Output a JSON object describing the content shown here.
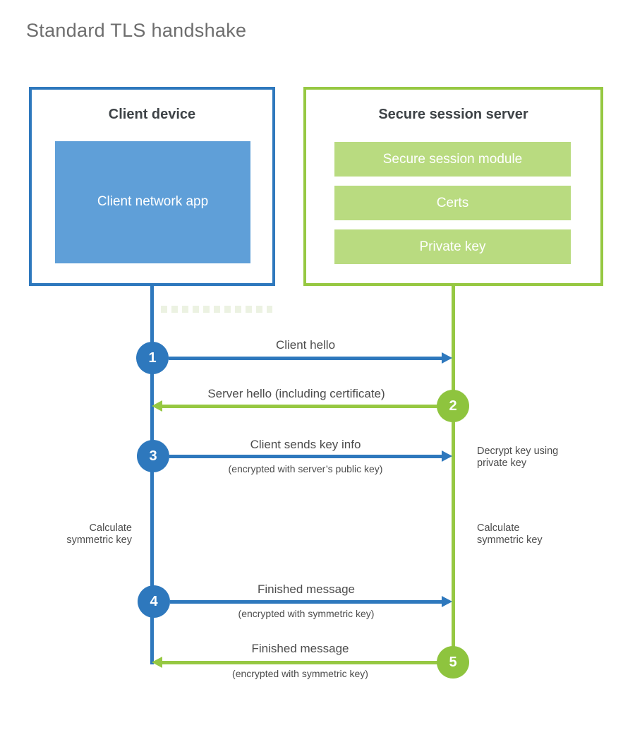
{
  "page": {
    "title": "Standard TLS handshake"
  },
  "client": {
    "title": "Client device",
    "app": "Client network app"
  },
  "server": {
    "title": "Secure session server",
    "modules": [
      "Secure session module",
      "Certs",
      "Private key"
    ]
  },
  "messages": {
    "m1": {
      "num": "1",
      "label": "Client hello"
    },
    "m2": {
      "num": "2",
      "label": "Server hello (including certificate)"
    },
    "m3": {
      "num": "3",
      "label": "Client sends key info",
      "sub": "(encrypted with server’s public key)"
    },
    "m4": {
      "num": "4",
      "label": "Finished message",
      "sub": "(encrypted with symmetric key)"
    },
    "m5": {
      "num": "5",
      "label": "Finished message",
      "sub": "(encrypted with symmetric key)"
    }
  },
  "annotations": {
    "decrypt": "Decrypt key using\nprivate key",
    "calc_left": "Calculate\nsymmetric key",
    "calc_right": "Calculate\nsymmetric key"
  },
  "colors": {
    "blue": "#2e78bd",
    "blue_fill": "#5f9fd8",
    "green": "#96c842",
    "green_fill": "#b9db80",
    "text": "#4c4c4c",
    "title_text": "#6d6d6d"
  }
}
